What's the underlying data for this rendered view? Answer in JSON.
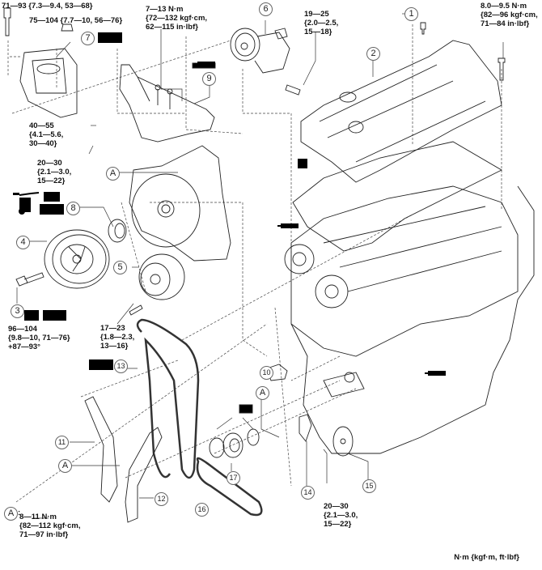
{
  "diagram": {
    "title": "Timing chain / cylinder head cover exploded view",
    "units_note": "N·m {kgf·m, ft·lbf}",
    "torque_labels": [
      {
        "id": "t-top-left-bolt",
        "text": "71—93 {7.3—9.4, 53—68}"
      },
      {
        "id": "t-mount-nut",
        "text": "75—104 {7.7—10, 56—76}"
      },
      {
        "id": "t-bracket",
        "text": "7—13 N·m\n{72—132 kgf·cm,\n62—115 in·lbf}"
      },
      {
        "id": "t-tensioner-bolt",
        "text": "19—25\n{2.0—2.5,\n15—18}"
      },
      {
        "id": "t-cover-bolt",
        "text": "8.0—9.5 N·m\n{82—96 kgf·cm,\n71—84 in·lbf}"
      },
      {
        "id": "t-front-cover-1",
        "text": "40—55\n{4.1—5.6,\n30—40}"
      },
      {
        "id": "t-front-cover-2",
        "text": "20—30\n{2.1—3.0,\n15—22}"
      },
      {
        "id": "t-crank-bolt",
        "text": "96—104\n{9.8—10, 71—76}\n+87—93°"
      },
      {
        "id": "t-idler",
        "text": "17—23\n{1.8—2.3,\n13—16}"
      },
      {
        "id": "t-oil-pump-sprocket",
        "text": "20—30\n{2.1—3.0,\n15—22}"
      },
      {
        "id": "t-a-spec",
        "text": "8—11 N·m\n{82—112 kgf·cm,\n71—97 in·lbf}"
      }
    ],
    "callouts": [
      "1",
      "2",
      "3",
      "4",
      "5",
      "6",
      "7",
      "8",
      "9",
      "10",
      "11",
      "12",
      "13",
      "14",
      "15",
      "16",
      "17"
    ],
    "ref_letter": "A",
    "legend_separator": ":"
  }
}
